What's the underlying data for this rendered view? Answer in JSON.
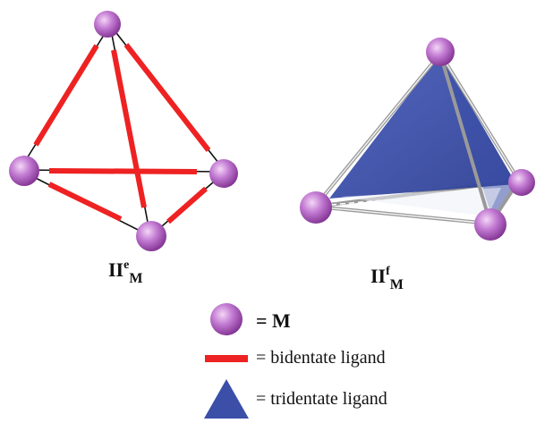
{
  "figures": [
    {
      "label": {
        "main": "II",
        "sup": "e",
        "sub": "M"
      },
      "edge_style": "bidentate"
    },
    {
      "label": {
        "main": "II",
        "sup": "f",
        "sub": "M"
      },
      "face_style": "tridentate"
    }
  ],
  "legend": {
    "metal": {
      "text": "= M",
      "icon": "metal-sphere-icon"
    },
    "bidentate": {
      "text": "= bidentate ligand",
      "icon": "red-bar-icon"
    },
    "tridentate": {
      "text": "= tridentate ligand",
      "icon": "blue-triangle-icon"
    }
  },
  "colors": {
    "sphere_light": "#f4d6f6",
    "sphere_mid": "#c27ad2",
    "sphere_dark": "#7e2f8e",
    "bidentate": "#ee2222",
    "tridentate": "#3b4fa8",
    "frame": "#999999",
    "thin_edge": "#111111"
  }
}
